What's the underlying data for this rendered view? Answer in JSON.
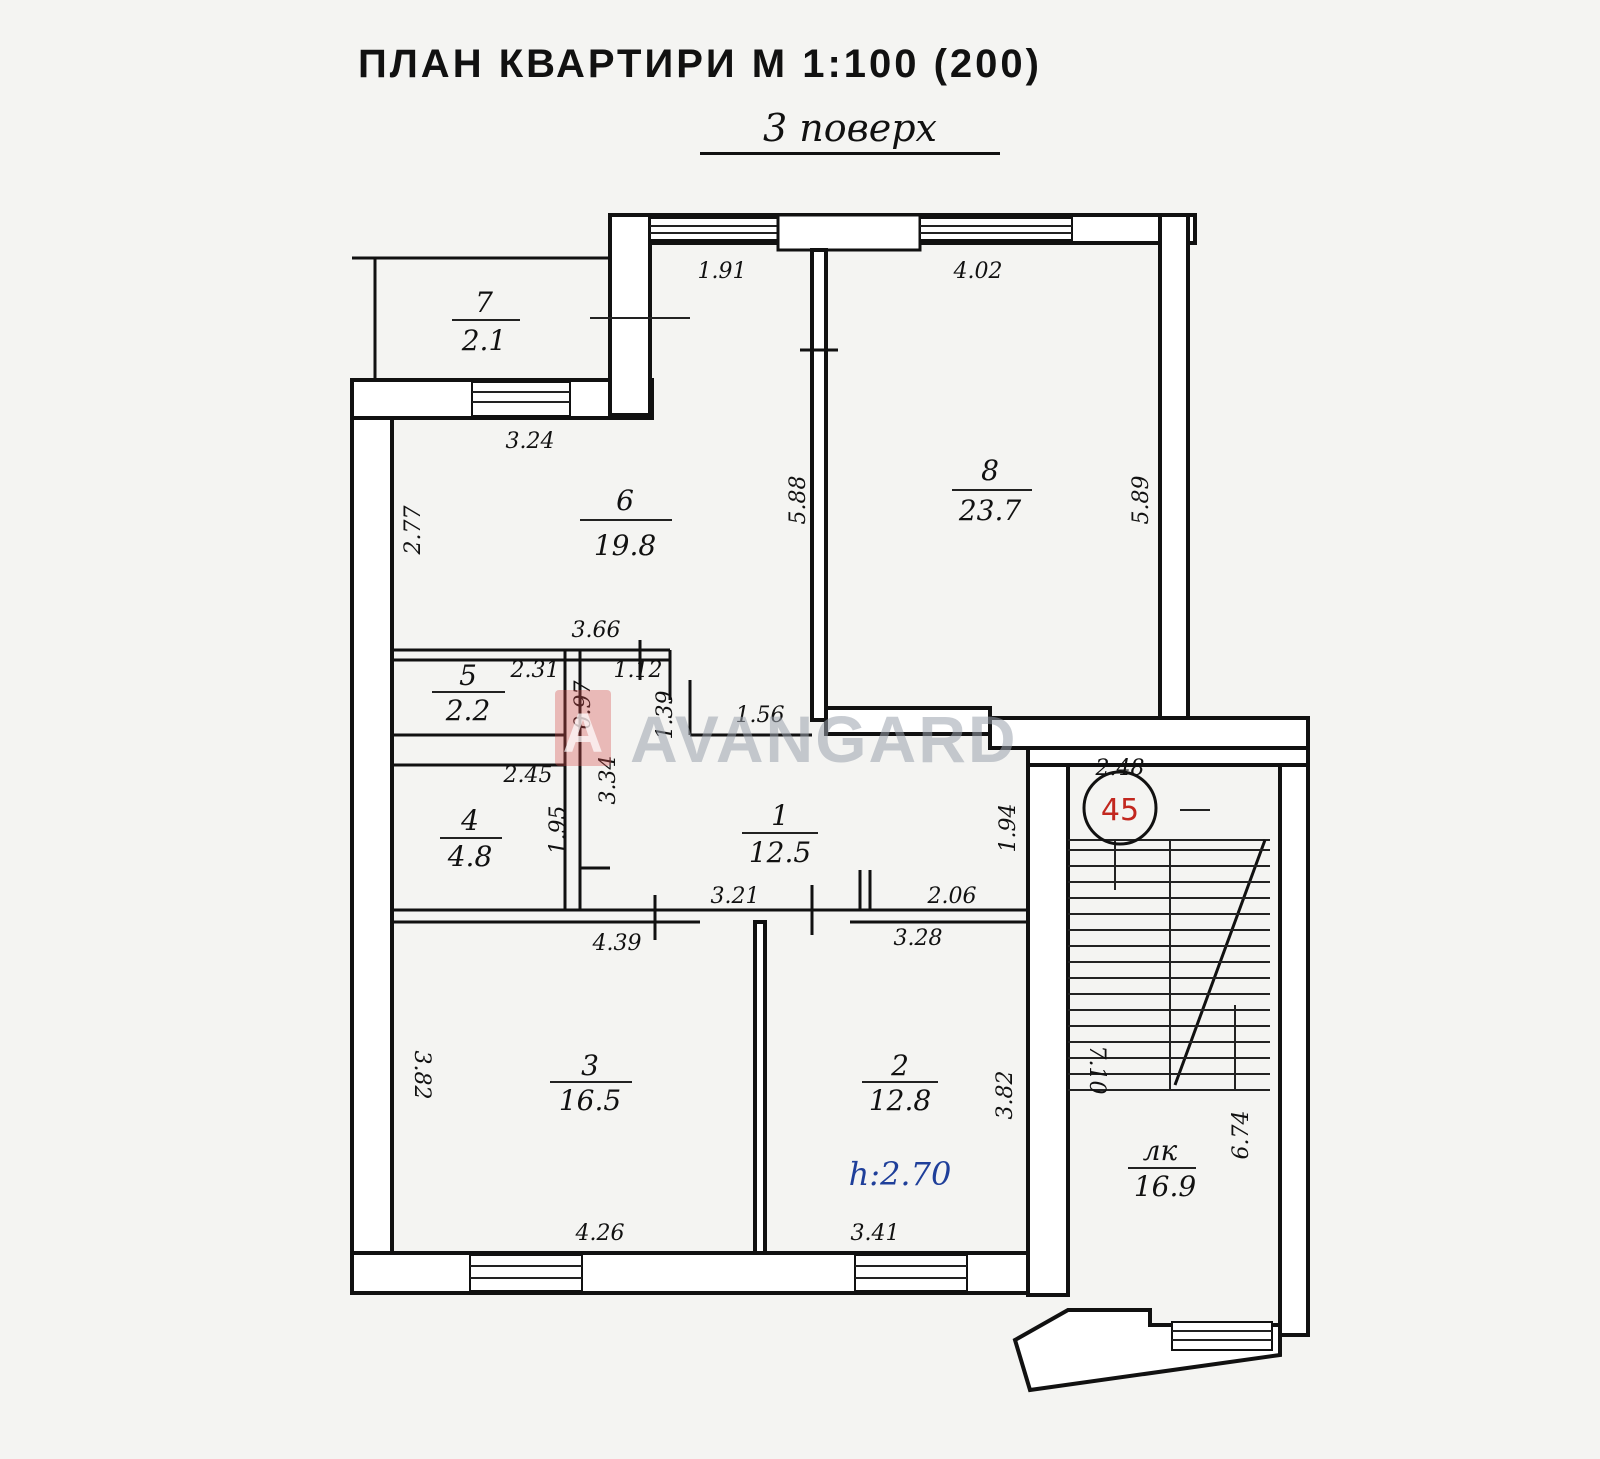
{
  "header": {
    "title": "ПЛАН КВАРТИРИ М 1:100 (200)",
    "floor": "3 поверх"
  },
  "rooms": [
    {
      "number": "1",
      "area": "12.5"
    },
    {
      "number": "2",
      "area": "12.8"
    },
    {
      "number": "3",
      "area": "16.5"
    },
    {
      "number": "4",
      "area": "4.8"
    },
    {
      "number": "5",
      "area": "2.2"
    },
    {
      "number": "6",
      "area": "19.8"
    },
    {
      "number": "7",
      "area": "2.1"
    },
    {
      "number": "8",
      "area": "23.7"
    },
    {
      "number": "лк",
      "area": "16.9"
    }
  ],
  "dimensions": [
    "1.91",
    "4.02",
    "3.24",
    "2.77",
    "5.88",
    "5.89",
    "3.66",
    "2.31",
    "1.12",
    "0.97",
    "1.39",
    "1.56",
    "2.45",
    "3.34",
    "1.95",
    "1.94",
    "2.48",
    "3.21",
    "2.06",
    "4.39",
    "3.28",
    "3.82",
    "3.82",
    "7.10",
    "6.74",
    "4.26",
    "3.41"
  ],
  "annotations": {
    "ceiling_height": "h:2.70",
    "stamp_number": "45",
    "watermark": "AVANGARD",
    "watermark_letter": "A"
  }
}
